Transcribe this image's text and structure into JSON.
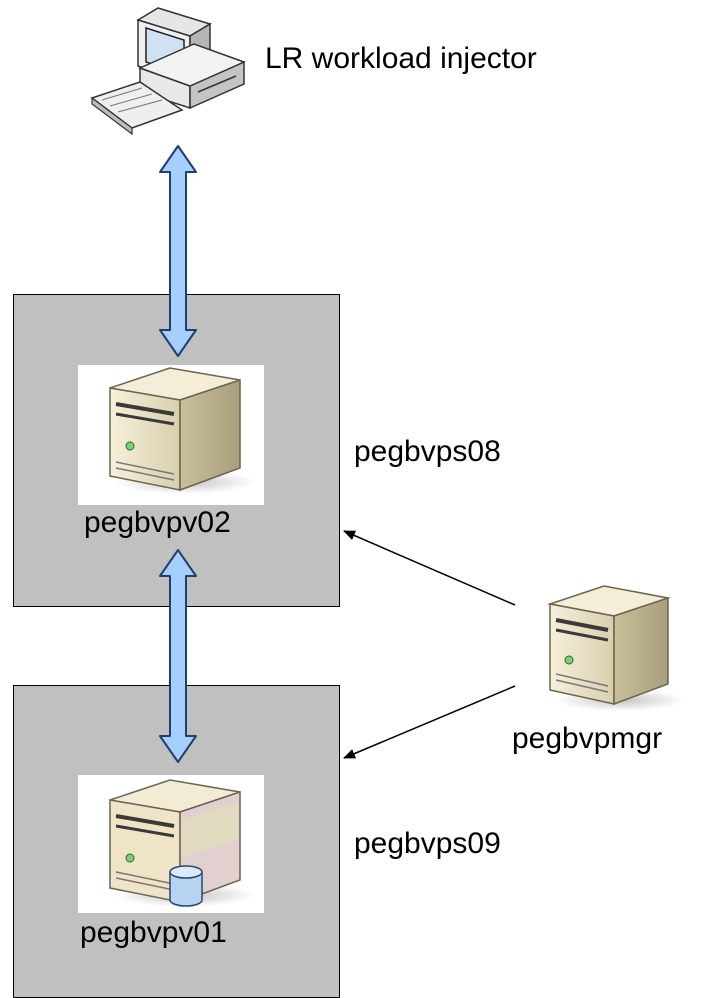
{
  "diagram": {
    "injector_label": "LR workload injector",
    "host_top_label": "pegbvps08",
    "host_bottom_label": "pegbvps09",
    "server_top_label": "pegbvpv02",
    "server_bottom_label": "pegbvpv01",
    "manager_label": "pegbvpmgr",
    "colors": {
      "host_box": "#c0c0c0",
      "arrow_fill": "#a6cfff",
      "arrow_stroke": "#1f3f6f",
      "server_beige": "#ece4c8"
    },
    "icons": [
      "desktop-computer-icon",
      "server-tower-icon",
      "database-server-icon"
    ]
  }
}
